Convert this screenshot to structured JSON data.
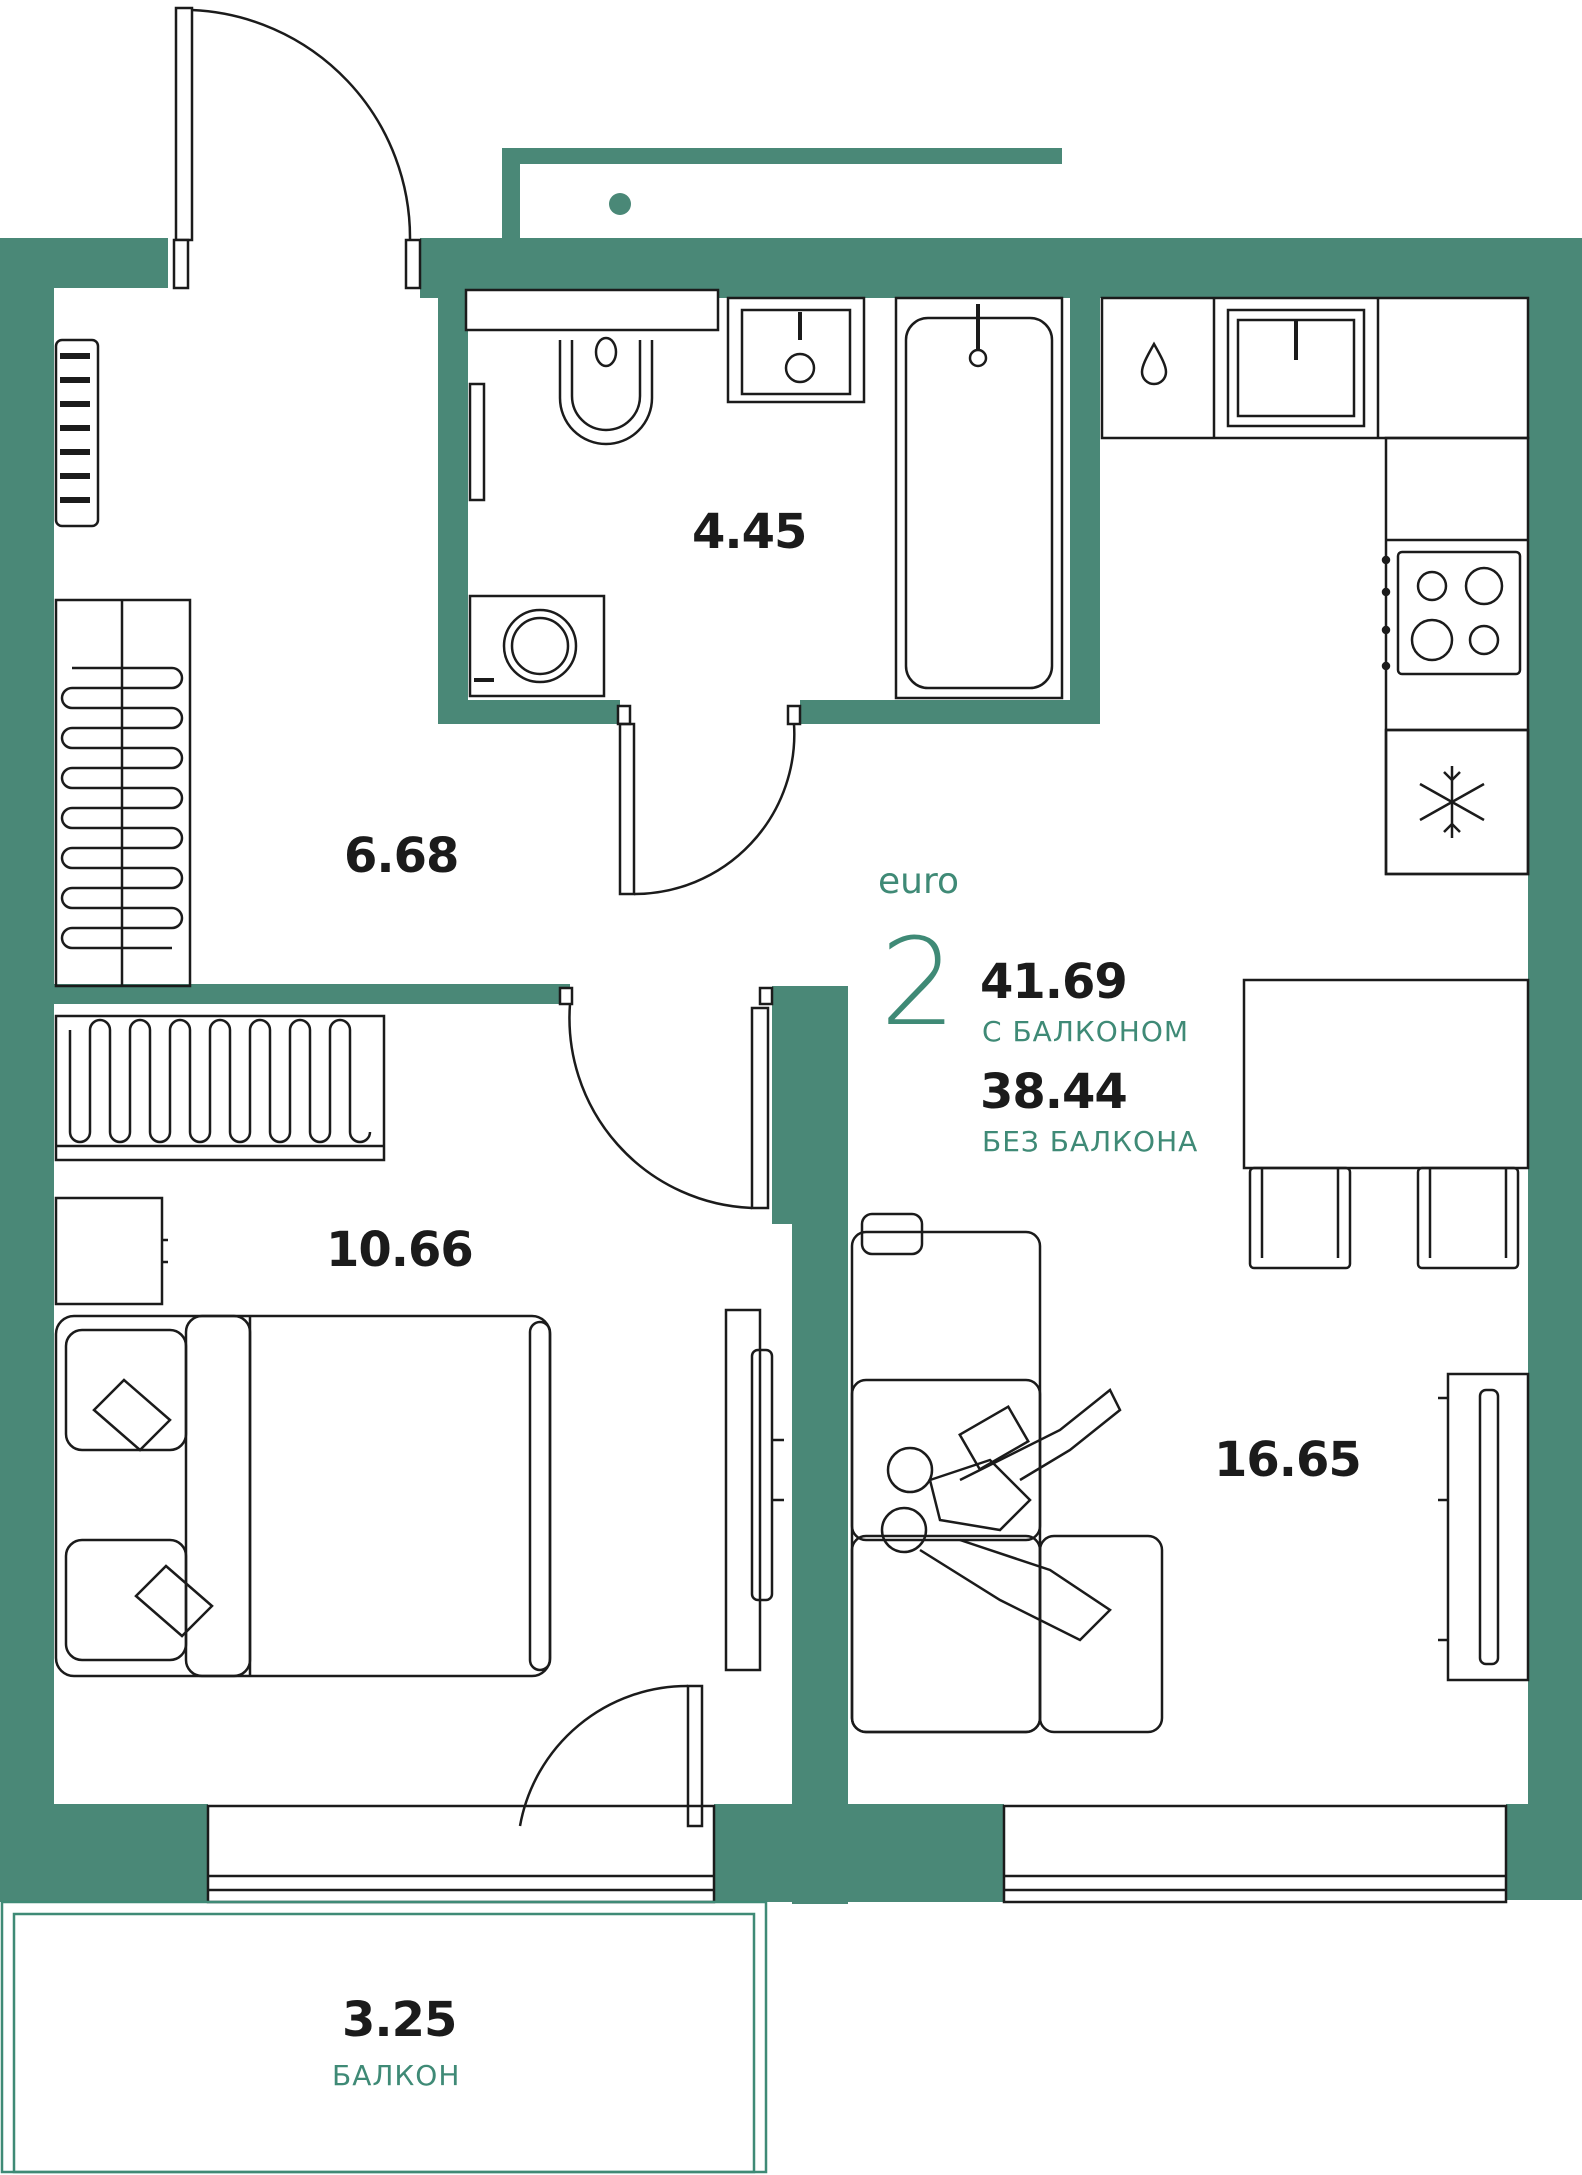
{
  "rooms": {
    "hall_area": "6.68",
    "bathroom_area": "4.45",
    "bedroom_area": "10.66",
    "living_area": "16.65",
    "balcony_area": "3.25",
    "balcony_label": "БАЛКОН"
  },
  "summary": {
    "type_label": "euro",
    "rooms_count": "2",
    "total_with_balcony": "41.69",
    "with_balcony_label": "С БАЛКОНОМ",
    "total_without_balcony": "38.44",
    "without_balcony_label": "БЕЗ БАЛКОНА"
  },
  "colors": {
    "wall": "#4a8877",
    "accent_text": "#3f8a76",
    "line": "#1b1b1b"
  },
  "icons": [
    "snowflake-icon",
    "water-drop-icon"
  ]
}
